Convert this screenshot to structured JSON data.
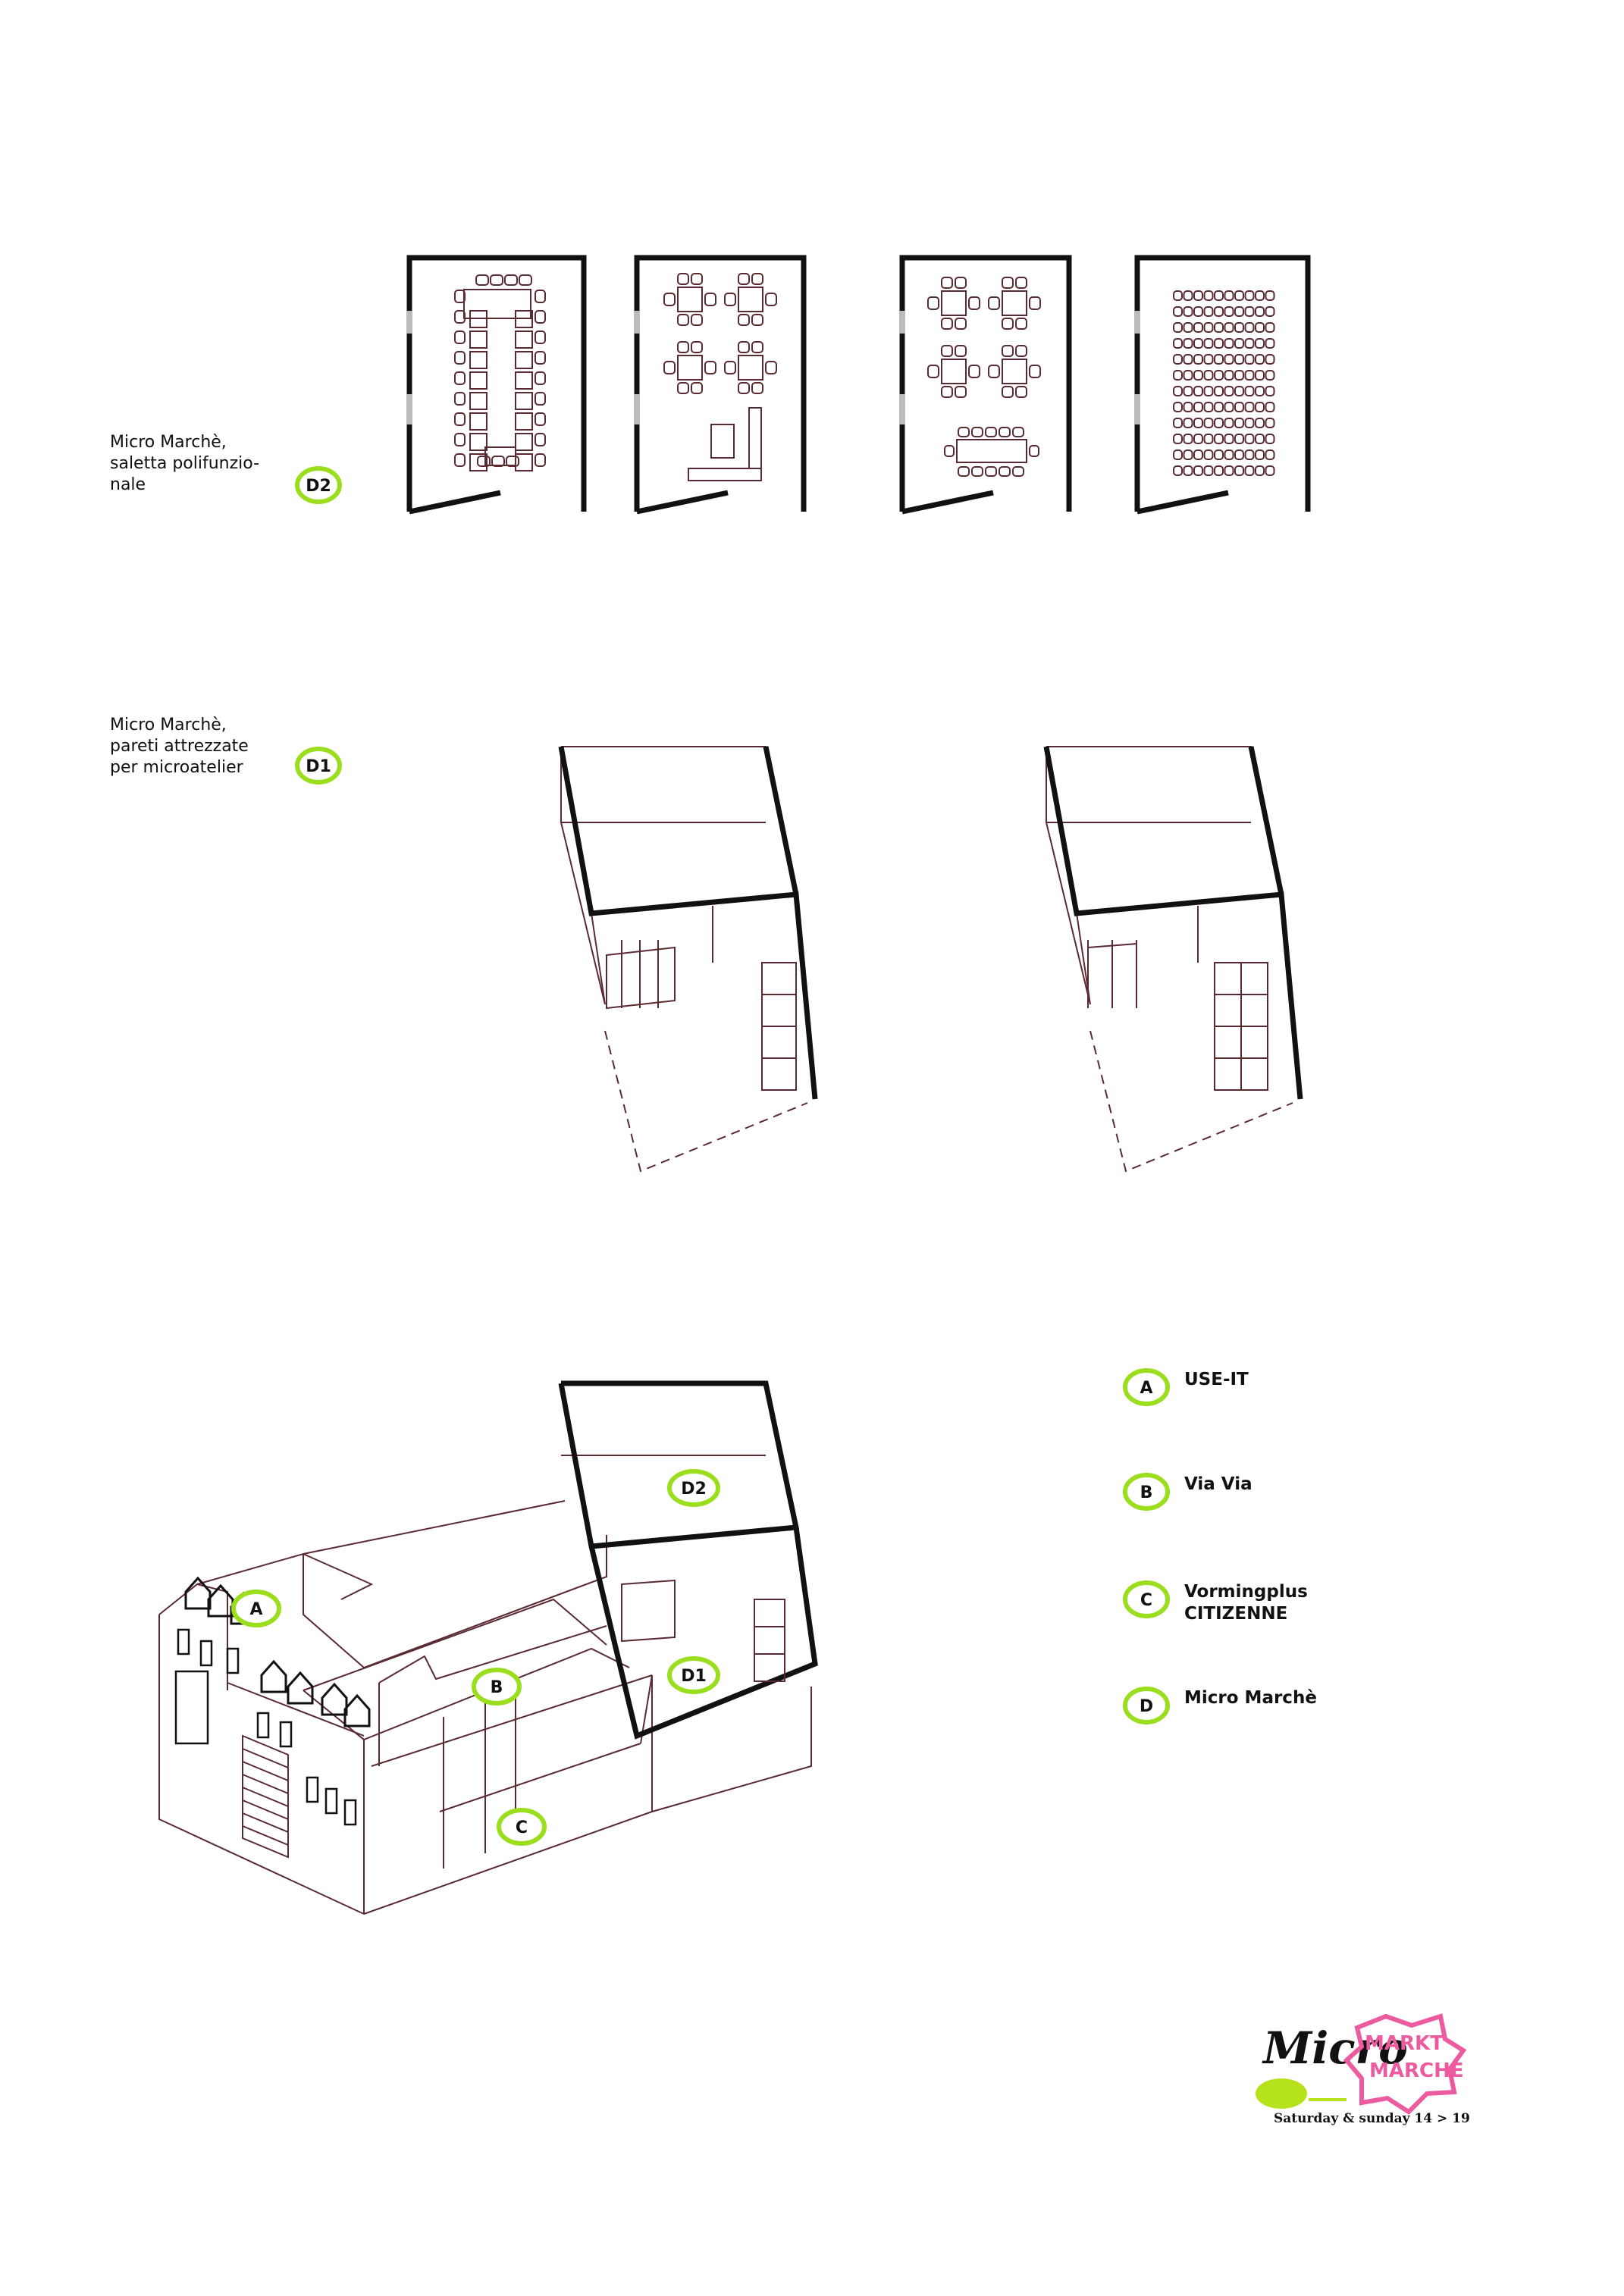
{
  "sections": {
    "d2": {
      "badge": "D2",
      "caption": "Micro Marchè,\nsaletta polifunzio-\nnale"
    },
    "d1": {
      "badge": "D1",
      "caption": "Micro Marchè,\npareti attrezzate\nper microatelier"
    }
  },
  "building_labels": [
    "A",
    "B",
    "C",
    "D1",
    "D2"
  ],
  "legend": [
    {
      "key": "A",
      "text": "USE-IT"
    },
    {
      "key": "B",
      "text": "Via Via"
    },
    {
      "key": "C",
      "text": "Vormingplus\nCITIZENNE"
    },
    {
      "key": "D",
      "text": "Micro Marchè"
    }
  ],
  "logo": {
    "micro": "Micro",
    "markt": "MARKT",
    "marche": "MARCHE",
    "schedule": "Saturday & sunday 14 > 19"
  },
  "colors": {
    "badge_ring": "#9ade1e",
    "line": "#5a2a33",
    "wall": "#111111",
    "logo_pink": "#ec5aa0",
    "logo_green": "#b6e21c"
  }
}
